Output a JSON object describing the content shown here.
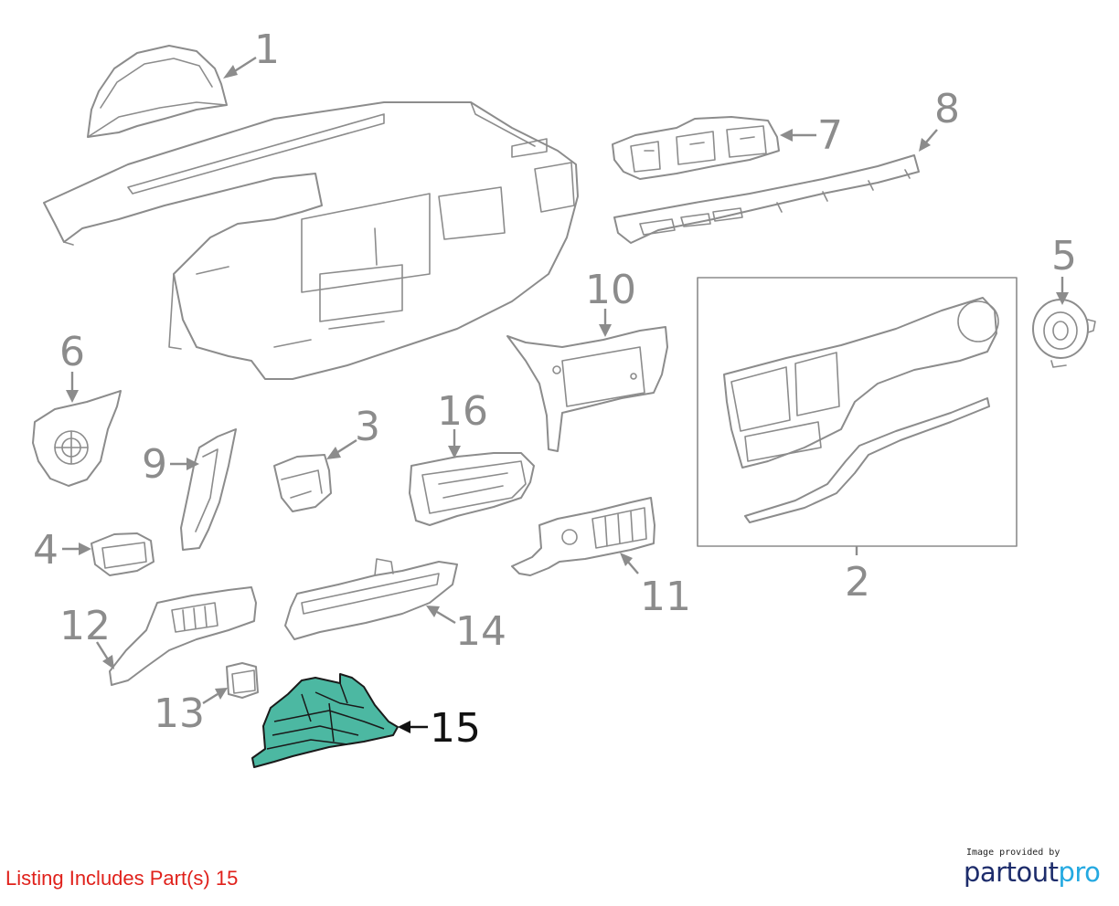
{
  "diagram": {
    "callouts": [
      "1",
      "2",
      "3",
      "4",
      "5",
      "6",
      "7",
      "8",
      "9",
      "10",
      "11",
      "12",
      "13",
      "14",
      "15",
      "16"
    ],
    "highlighted_part": "15",
    "highlight_color": "#4cb8a2",
    "line_color": "#8c8c8c"
  },
  "listing_note": "Listing Includes Part(s) 15",
  "listing_note_color": "#e0211b",
  "credit": {
    "provided_by": "Image provided by",
    "brand_part1": "partout",
    "brand_part2": "pro",
    "brand_color_1": "#1d2c6b",
    "brand_color_2": "#24a9e1"
  }
}
